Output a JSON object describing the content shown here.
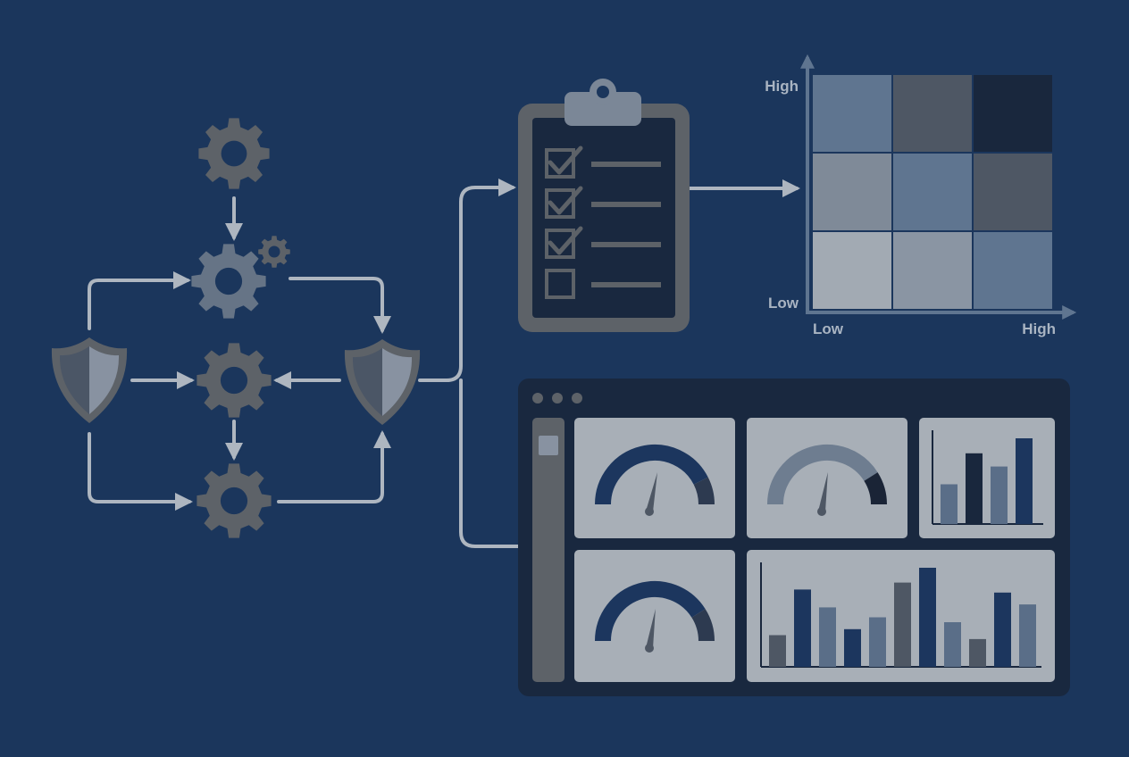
{
  "colors": {
    "background": "#1b365c",
    "icon_gray": "#5d6268",
    "connector": "#aeb6c0",
    "panel_light": "#a8afb7",
    "panel_dark": "#19283f",
    "navy": "#1c365e",
    "slate": "#5a6e88"
  },
  "workflow": {
    "icons": [
      "gear-icon",
      "shield-icon",
      "clipboard-icon",
      "checkbox-icon"
    ],
    "checklist": [
      {
        "checked": true
      },
      {
        "checked": true
      },
      {
        "checked": true
      },
      {
        "checked": false
      }
    ]
  },
  "risk_matrix": {
    "y_high_label": "High",
    "y_low_label": "Low",
    "x_low_label": "Low",
    "x_high_label": "High",
    "cell_colors": [
      [
        "#5f7590",
        "#4e5764",
        "#19273d"
      ],
      [
        "#7f8a98",
        "#5f7590",
        "#4e5764"
      ],
      [
        "#a2aab3",
        "#8a95a3",
        "#5f7590"
      ]
    ]
  },
  "dashboard": {
    "window_dots": 3,
    "gauges": [
      {
        "value": 0.85,
        "fill": "#1c365e",
        "rest": "#2d3a50"
      },
      {
        "value": 0.82,
        "fill": "#6e7d90",
        "rest": "#1a2436"
      },
      {
        "value": 0.82,
        "fill": "#1c365e",
        "rest": "#2d3a50"
      }
    ],
    "small_bar_chart": {
      "values": [
        0.45,
        0.8,
        0.65,
        0.97
      ],
      "colors": [
        "#5a6e88",
        "#19273d",
        "#5a6e88",
        "#1c365e"
      ]
    },
    "wide_bar_chart": {
      "values": [
        0.32,
        0.78,
        0.6,
        0.38,
        0.5,
        0.85,
        1.0,
        0.45,
        0.28,
        0.75,
        0.63
      ],
      "colors": [
        "#4e5764",
        "#1c365e",
        "#5a6e88",
        "#1c365e",
        "#5a6e88",
        "#4e5764",
        "#1c365e",
        "#5a6e88",
        "#4e5764",
        "#1c365e",
        "#5a6e88"
      ]
    }
  }
}
